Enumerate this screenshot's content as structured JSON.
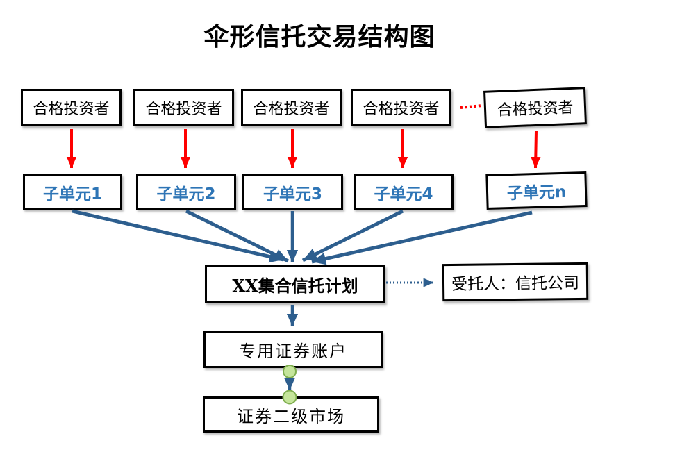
{
  "title": "伞形信托交易结构图",
  "investors": [
    "合格投资者",
    "合格投资者",
    "合格投资者",
    "合格投资者",
    "合格投资者"
  ],
  "subunits": [
    "子单元1",
    "子单元2",
    "子单元3",
    "子单元4",
    "子单元n"
  ],
  "trust_plan": "XX集合信托计划",
  "trustee": "受托人：信托公司",
  "account": "专用证券账户",
  "market": "证券二级市场",
  "colors": {
    "red_arrow": "#FF0000",
    "dark_blue_arrow": "#2D5E8E",
    "subunit_text_blue": "#2E75B6",
    "connector_dot_fill": "#C5E59B",
    "connector_dot_border": "#7FAE4F",
    "box_border": "#000000",
    "background": "#FFFFFF"
  }
}
